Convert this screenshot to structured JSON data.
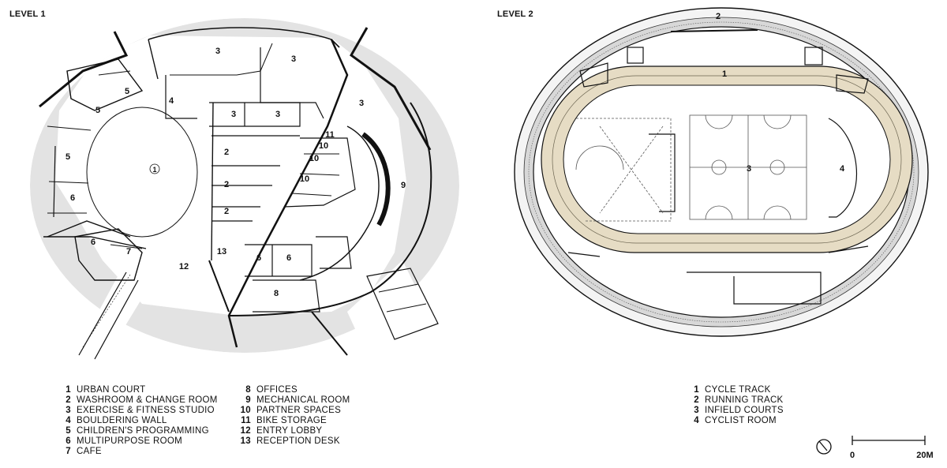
{
  "level1": {
    "title": "LEVEL 1",
    "room_labels": [
      "3",
      "3",
      "3",
      "3",
      "3",
      "5",
      "5",
      "4",
      "5",
      "1",
      "6",
      "2",
      "2",
      "2",
      "11",
      "10",
      "10",
      "10",
      "9",
      "6",
      "7",
      "12",
      "13",
      "6",
      "6",
      "8"
    ],
    "legend": [
      {
        "num": "1",
        "label": "URBAN COURT"
      },
      {
        "num": "2",
        "label": "WASHROOM & CHANGE ROOM"
      },
      {
        "num": "3",
        "label": "EXERCISE & FITNESS STUDIO"
      },
      {
        "num": "4",
        "label": "BOULDERING WALL"
      },
      {
        "num": "5",
        "label": "CHILDREN'S PROGRAMMING"
      },
      {
        "num": "6",
        "label": "MULTIPURPOSE ROOM"
      },
      {
        "num": "7",
        "label": "CAFE"
      },
      {
        "num": "8",
        "label": "OFFICES"
      },
      {
        "num": "9",
        "label": "MECHANICAL ROOM"
      },
      {
        "num": "10",
        "label": "PARTNER SPACES"
      },
      {
        "num": "11",
        "label": "BIKE STORAGE"
      },
      {
        "num": "12",
        "label": "ENTRY LOBBY"
      },
      {
        "num": "13",
        "label": "RECEPTION DESK"
      }
    ]
  },
  "level2": {
    "title": "LEVEL 2",
    "room_labels": [
      "2",
      "1",
      "3",
      "4"
    ],
    "legend": [
      {
        "num": "1",
        "label": "CYCLE TRACK"
      },
      {
        "num": "2",
        "label": "RUNNING TRACK"
      },
      {
        "num": "3",
        "label": "INFIELD COURTS"
      },
      {
        "num": "4",
        "label": "CYCLIST ROOM"
      }
    ]
  },
  "scale": {
    "start": "0",
    "end": "20M"
  },
  "colors": {
    "shade": "#e3e3e3",
    "track": "#e6dcc4",
    "line": "#111111"
  }
}
